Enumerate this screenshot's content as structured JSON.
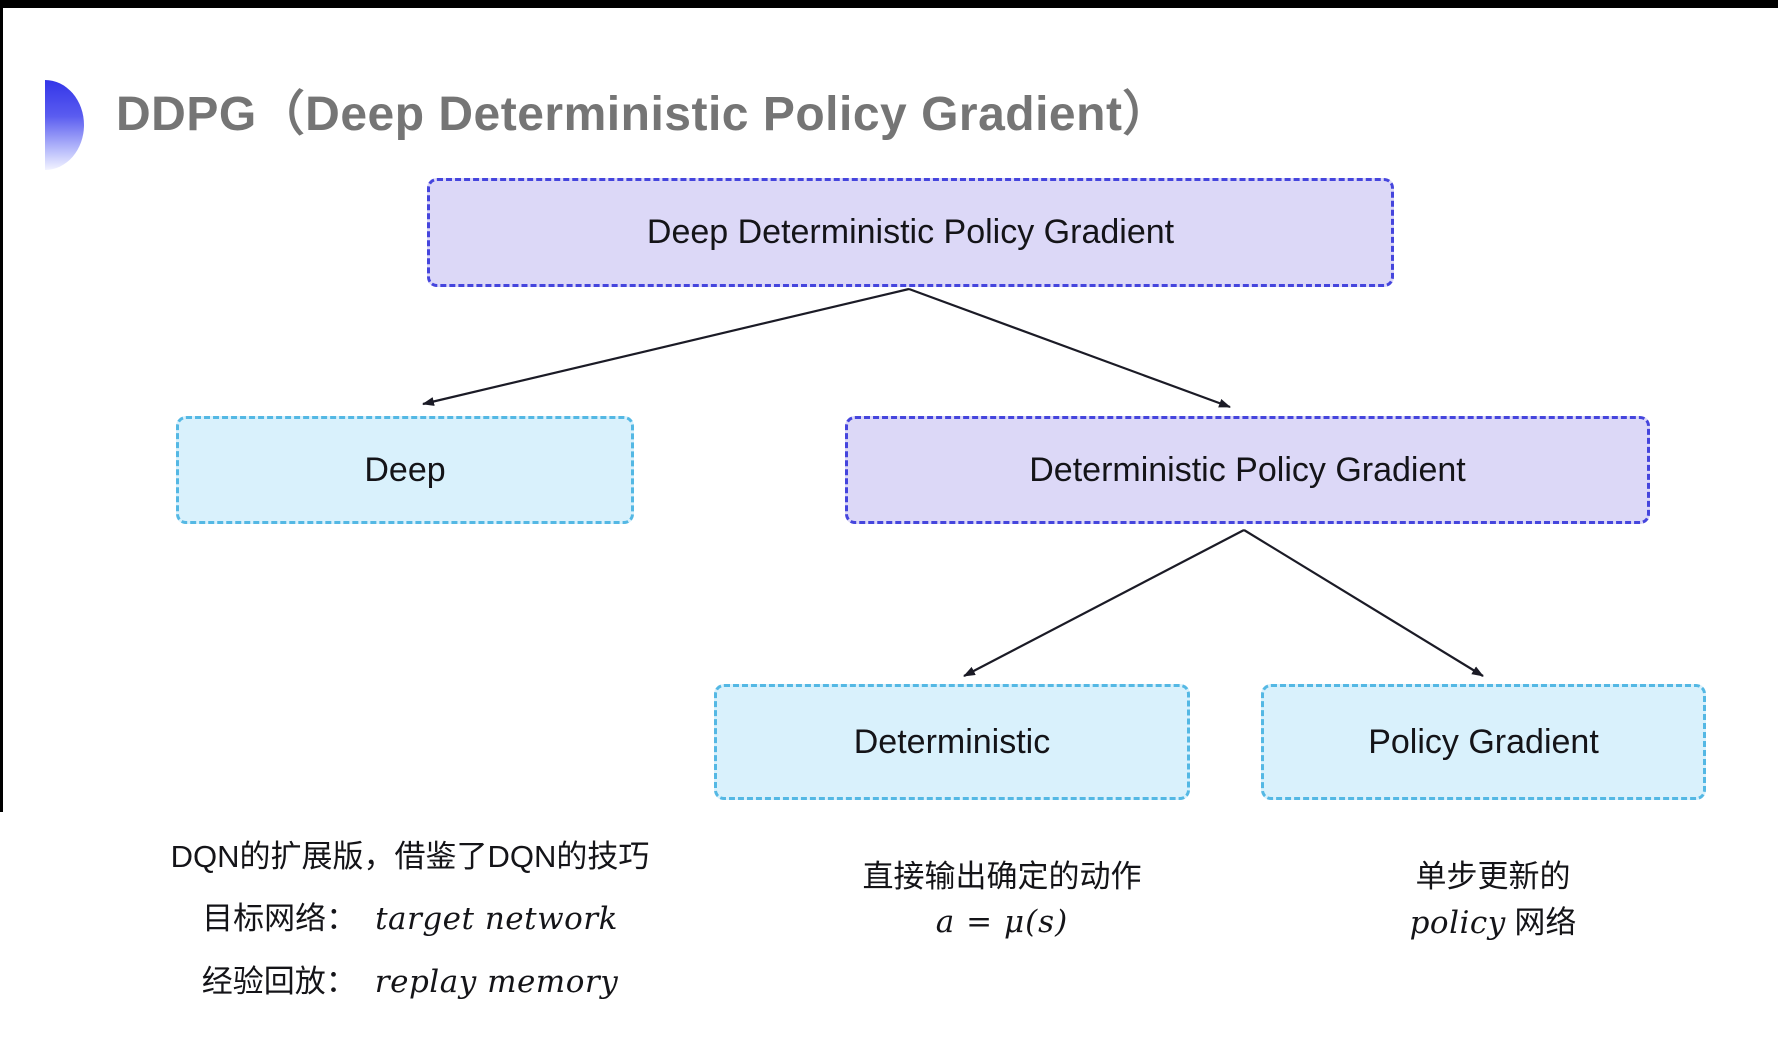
{
  "title": "DDPG（Deep Deterministic Policy Gradient）",
  "colors": {
    "title_gray": "#757575",
    "purple_fill": "#dcd8f7",
    "purple_border": "#4545dd",
    "cyan_fill": "#d9f1fc",
    "cyan_border": "#54b8e4",
    "arrow": "#1b1b26",
    "accent_blue": "#3335e8"
  },
  "nodes": {
    "root": "Deep Deterministic Policy Gradient",
    "deep": "Deep",
    "dpg": "Deterministic Policy Gradient",
    "deterministic": "Deterministic",
    "policy_gradient": "Policy Gradient"
  },
  "notes": {
    "deep": {
      "line1": "DQN的扩展版，借鉴了DQN的技巧",
      "line2_label": "目标网络：",
      "line2_term": "target network",
      "line3_label": "经验回放：",
      "line3_term": "replay memory"
    },
    "deterministic": {
      "line1": "直接输出确定的动作",
      "formula": "a = μ(s)"
    },
    "policy_gradient": {
      "line1": "单步更新的",
      "term": "policy",
      "suffix": " 网络"
    }
  }
}
